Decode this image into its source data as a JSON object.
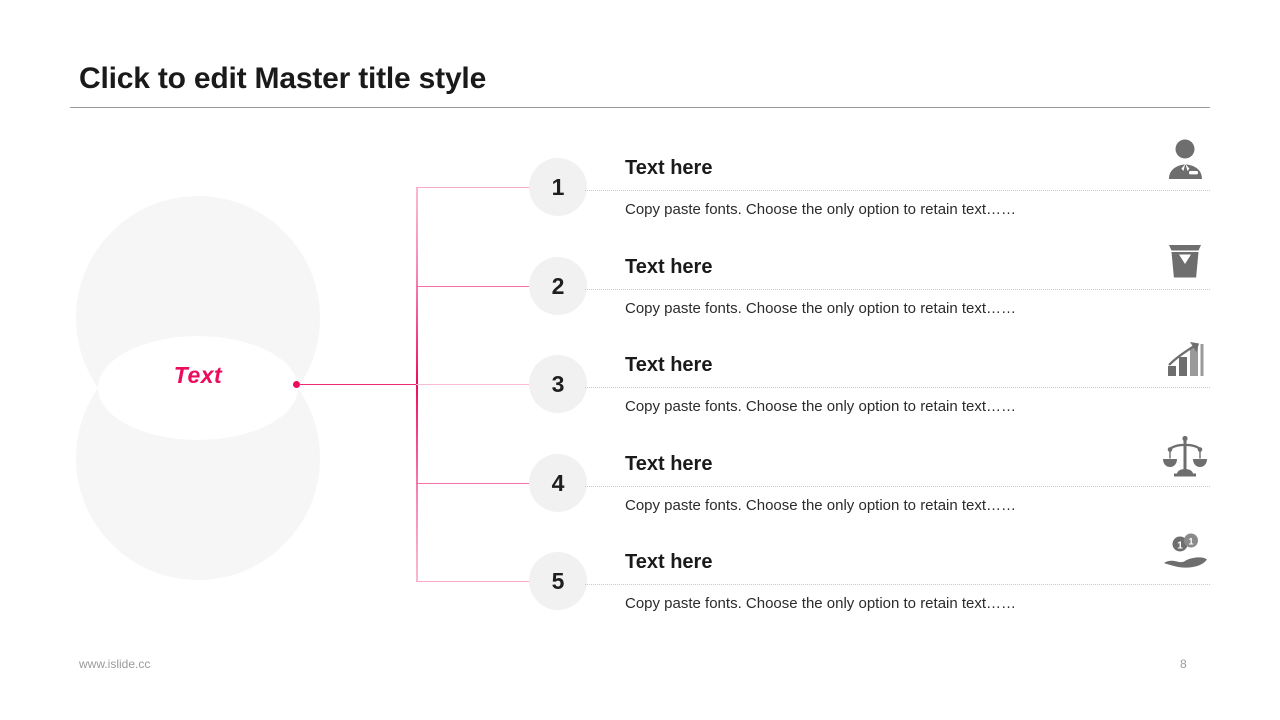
{
  "slide": {
    "title": "Click to edit Master title style",
    "center_label": "Text",
    "accent_color": "#EC0C5E",
    "circle_fill": "#F1F1F1",
    "venn_fill": "#F6F6F6"
  },
  "rows": [
    {
      "number": "1",
      "heading": "Text here",
      "body": "Copy paste fonts. Choose the only option to retain text……",
      "icon": "businessman-icon"
    },
    {
      "number": "2",
      "heading": "Text here",
      "body": "Copy paste fonts. Choose the only option to retain text……",
      "icon": "trash-bin-icon"
    },
    {
      "number": "3",
      "heading": "Text here",
      "body": "Copy paste fonts. Choose the only option to retain text……",
      "icon": "growth-chart-icon"
    },
    {
      "number": "4",
      "heading": "Text here",
      "body": "Copy paste fonts. Choose the only option to retain text……",
      "icon": "balance-scale-icon"
    },
    {
      "number": "5",
      "heading": "Text here",
      "body": "Copy paste fonts. Choose the only option to retain text……",
      "icon": "hand-coins-icon"
    }
  ],
  "footer": {
    "url": "www.islide.cc",
    "page_number": "8"
  }
}
